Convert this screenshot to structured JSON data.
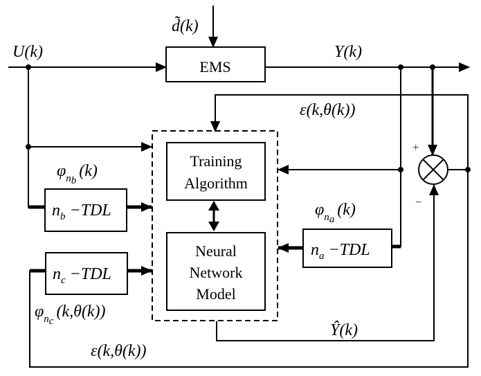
{
  "blocks": {
    "ems": "EMS",
    "training": [
      "Training",
      "Algorithm"
    ],
    "nn_model": [
      "Neural",
      "Network",
      "Model"
    ],
    "tdl_b": {
      "n": "n",
      "sub": "b",
      "rest": " −TDL"
    },
    "tdl_a": {
      "n": "n",
      "sub": "a",
      "rest": " −TDL"
    },
    "tdl_c": {
      "n": "n",
      "sub": "c",
      "rest": " −TDL"
    }
  },
  "signals": {
    "input": "U(k)",
    "disturbance": "d̃(k)",
    "output": "Y(k)",
    "error_top": "ε(k,θ(k))",
    "error_bottom": "ε(k,θ(k))",
    "estimate": "Ŷ(k)",
    "phi_b": {
      "sym": "φ",
      "sub": "n",
      "subsub": "b",
      "arg": "(k)"
    },
    "phi_a": {
      "sym": "φ",
      "sub": "n",
      "subsub": "a",
      "arg": "(k)"
    },
    "phi_c": {
      "sym": "φ",
      "sub": "n",
      "subsub": "c",
      "arg": "(k,θ(k))"
    }
  },
  "summing_junction": {
    "plus": "+",
    "minus": "−"
  },
  "colors": {
    "line": "#000000",
    "sign": "#1a6fa0",
    "background": "#ffffff"
  }
}
